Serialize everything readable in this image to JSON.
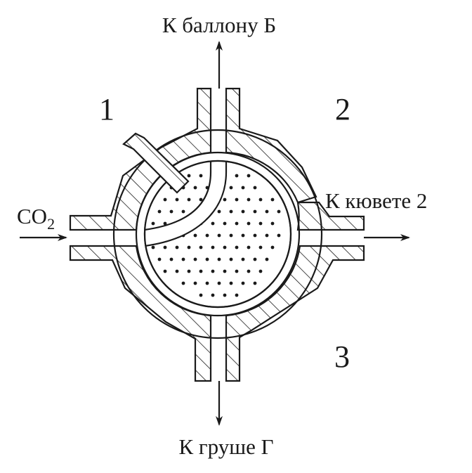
{
  "labels": {
    "top": "К баллону Б",
    "right": "К кювете 2",
    "bottom": "К груше Г",
    "left_main": "CO",
    "left_sub": "2"
  },
  "position_numbers": {
    "n1": "1",
    "n2": "2",
    "n3": "3"
  },
  "colors": {
    "ink": "#1a1a1a",
    "background": "#ffffff"
  }
}
